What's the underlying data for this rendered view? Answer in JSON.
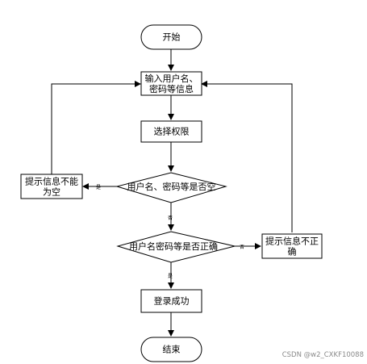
{
  "nodes": {
    "start": "开始",
    "input_line1": "输入用户名、",
    "input_line2": "密码等信息",
    "select_permission": "选择权限",
    "check_empty": "用户名、密码等是否空",
    "empty_error_line1": "提示信息不能",
    "empty_error_line2": "为空",
    "check_correct": "用户名密码等是否正确",
    "incorrect_error_line1": "提示信息不正",
    "incorrect_error_line2": "确",
    "login_success": "登录成功",
    "end": "结束"
  },
  "edge_labels": {
    "empty_yes": "是",
    "empty_no": "否",
    "correct_no": "否",
    "correct_yes": "是"
  },
  "watermark": "CSDN @w2_CXKF10088"
}
